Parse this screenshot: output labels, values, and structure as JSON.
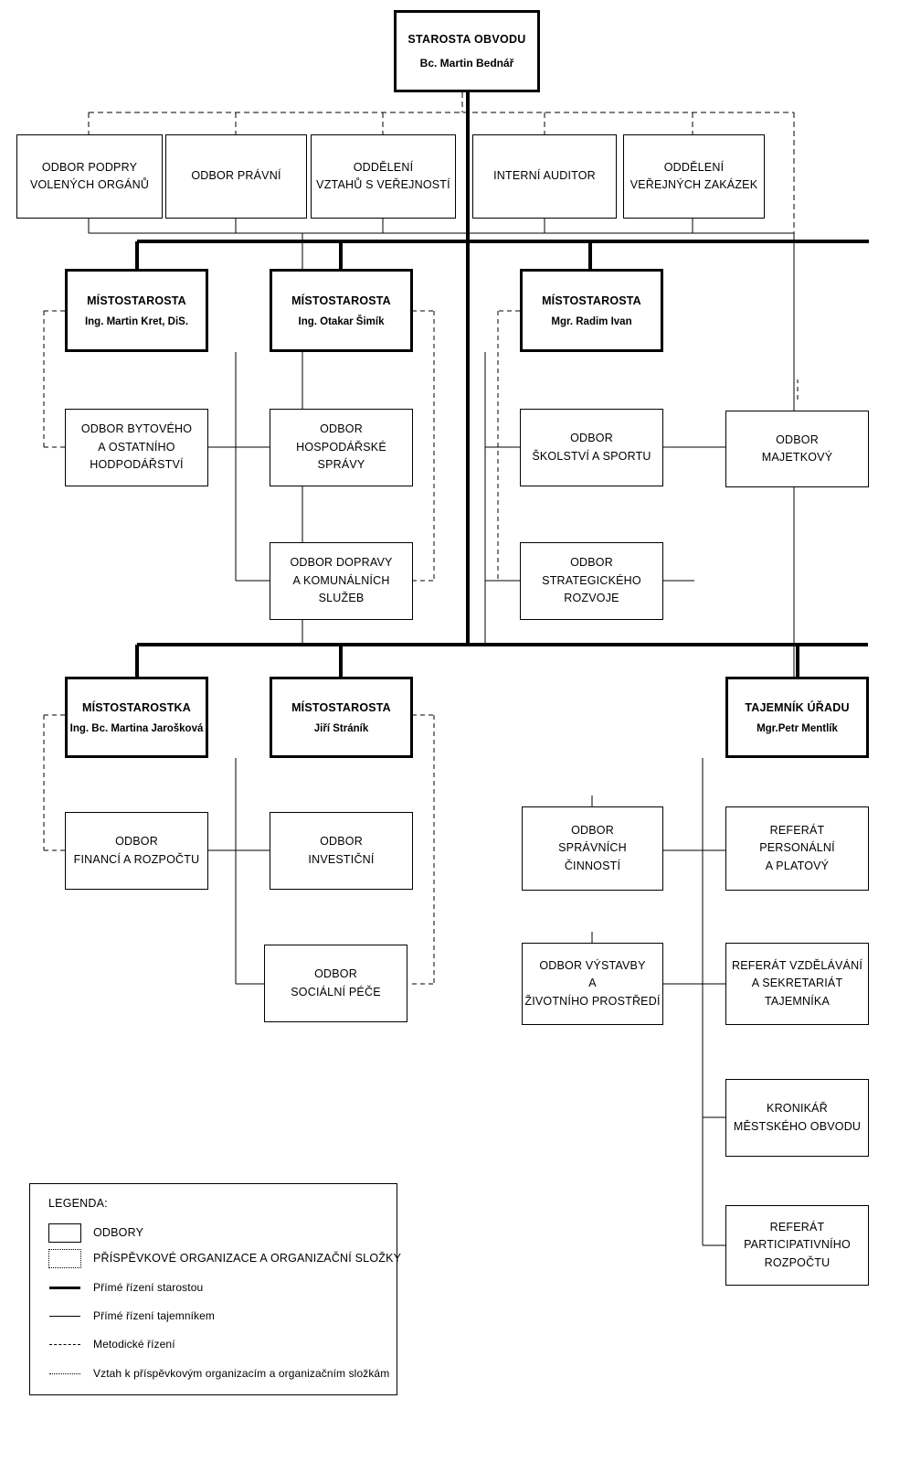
{
  "document": {
    "title": "Organizační struktura městského obvodu",
    "language": "cs"
  },
  "colors": {
    "line": "#000000",
    "background": "#ffffff",
    "text": "#000000"
  },
  "top": {
    "title": "STAROSTA OBVODU",
    "person": "Bc. Martin Bednář"
  },
  "staff_units": [
    {
      "id": "odbor-podpry-volenych-organu",
      "lines": [
        "ODBOR PODPRY",
        "VOLENÝCH ORGÁNŮ"
      ]
    },
    {
      "id": "odbor-pravni",
      "lines": [
        "ODBOR PRÁVNÍ"
      ]
    },
    {
      "id": "oddeleni-vztahu-s-verejnosti",
      "lines": [
        "ODDĚLENÍ",
        "VZTAHŮ S VEŘEJNOSTÍ"
      ]
    },
    {
      "id": "interni-auditor",
      "lines": [
        "INTERNÍ AUDITOR"
      ]
    },
    {
      "id": "oddeleni-verejnych-zakazek",
      "lines": [
        "ODDĚLENÍ",
        "VEŘEJNÝCH ZAKÁZEK"
      ]
    }
  ],
  "officers": [
    {
      "id": "mistostarosta-kret",
      "title": "MÍSTOSTAROSTA",
      "person": "Ing. Martin Kret, DiS."
    },
    {
      "id": "mistostarosta-simik",
      "title": "MÍSTOSTAROSTA",
      "person": "Ing. Otakar Šimík"
    },
    {
      "id": "mistostarosta-ivan",
      "title": "MÍSTOSTAROSTA",
      "person": "Mgr. Radim Ivan"
    },
    {
      "id": "mistostarostka-jaroskova",
      "title": "MÍSTOSTAROSTKA",
      "person": "Ing. Bc. Martina Jarošková"
    },
    {
      "id": "mistostarosta-stranik",
      "title": "MÍSTOSTAROSTA",
      "person": "Jiří Stráník"
    },
    {
      "id": "tajemnik-uradu",
      "title": "TAJEMNÍK ÚŘADU",
      "person": "Mgr.Petr Mentlík"
    }
  ],
  "departments": [
    {
      "id": "odbor-bytoveho-a-ostatniho-hodpodarstvi",
      "lines": [
        "ODBOR BYTOVÉHO",
        "A OSTATNÍHO",
        "HODPODÁŘSTVÍ"
      ]
    },
    {
      "id": "odbor-hospodarske-spravy",
      "lines": [
        "ODBOR",
        "HOSPODÁŘSKÉ",
        "SPRÁVY"
      ]
    },
    {
      "id": "odbor-skolstvi-a-sportu",
      "lines": [
        "ODBOR",
        "ŠKOLSTVÍ A SPORTU"
      ]
    },
    {
      "id": "odbor-majetkovy",
      "lines": [
        "ODBOR",
        "MAJETKOVÝ"
      ]
    },
    {
      "id": "odbor-dopravy-a-komunalnich-sluzeb",
      "lines": [
        "ODBOR DOPRAVY",
        "A KOMUNÁLNÍCH",
        "SLUŽEB"
      ]
    },
    {
      "id": "odbor-strategickeho-rozvoje",
      "lines": [
        "ODBOR",
        "STRATEGICKÉHO",
        "ROZVOJE"
      ]
    },
    {
      "id": "odbor-financi-a-rozpoctu",
      "lines": [
        "ODBOR",
        "FINANCÍ A ROZPOČTU"
      ]
    },
    {
      "id": "odbor-investicni",
      "lines": [
        "ODBOR",
        "INVESTIČNÍ"
      ]
    },
    {
      "id": "odbor-spravnich-cinnosti",
      "lines": [
        "ODBOR",
        "SPRÁVNÍCH",
        "ČINNOSTÍ"
      ]
    },
    {
      "id": "referat-personalni-a-platovy",
      "lines": [
        "REFERÁT",
        "PERSONÁLNÍ",
        "A PLATOVÝ"
      ]
    },
    {
      "id": "odbor-socialni-pece",
      "lines": [
        "ODBOR",
        "SOCIÁLNÍ PÉČE"
      ]
    },
    {
      "id": "odbor-vystavby-a-zivotniho-prostredi",
      "lines": [
        "ODBOR VÝSTAVBY",
        "A",
        "ŽIVOTNÍHO PROSTŘEDÍ"
      ]
    },
    {
      "id": "referat-vzdelavani-a-sekretariat-tajemnika",
      "lines": [
        "REFERÁT VZDĚLÁVÁNÍ",
        "A SEKRETARIÁT",
        "TAJEMNÍKA"
      ]
    },
    {
      "id": "kronikar-mestskeho-obvodu",
      "lines": [
        "KRONIKÁŘ",
        "MĚSTSKÉHO OBVODU"
      ]
    },
    {
      "id": "referat-participativniho-rozpoctu",
      "lines": [
        "REFERÁT",
        "PARTICIPATIVNÍHO",
        "ROZPOČTU"
      ]
    }
  ],
  "legend": {
    "heading": "LEGENDA:",
    "items": [
      {
        "swatch": "box-solid",
        "label": "ODBORY"
      },
      {
        "swatch": "box-dotted",
        "label": "PŘÍSPĚVKOVÉ ORGANIZACE A ORGANIZAČNÍ SLOŽKY"
      },
      {
        "swatch": "line-thick",
        "label": "Přímé řízení starostou"
      },
      {
        "swatch": "line-thin",
        "label": "Přímé řízení tajemníkem"
      },
      {
        "swatch": "line-dashed",
        "label": "Metodické řízení"
      },
      {
        "swatch": "line-dotted",
        "label": "Vztah k příspěvkovým organizacím a organizačním složkám"
      }
    ]
  }
}
